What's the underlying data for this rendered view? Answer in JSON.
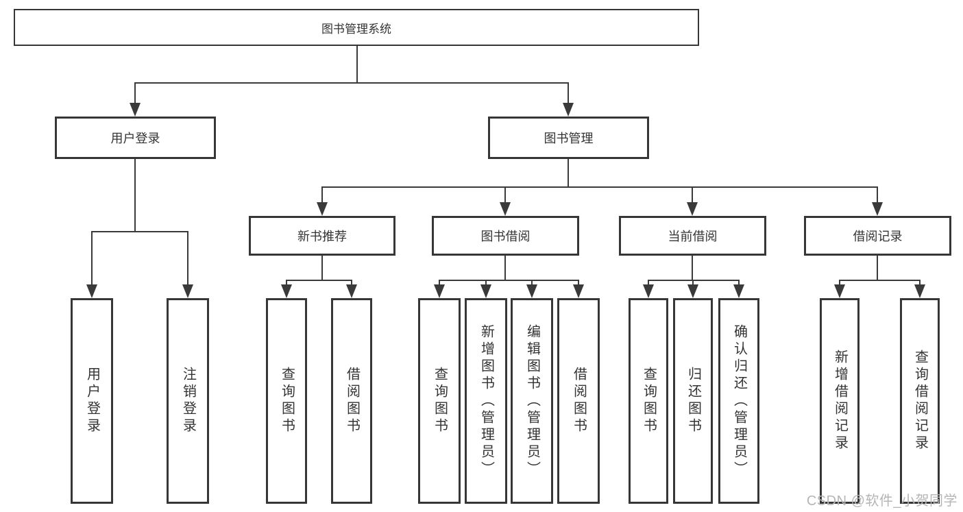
{
  "diagram_title": "图书管理系统",
  "tree": {
    "root": {
      "label": "图书管理系统"
    },
    "branches": [
      {
        "label": "用户登录",
        "children": [
          {
            "label": "用户登录"
          },
          {
            "label": "注销登录"
          }
        ]
      },
      {
        "label": "图书管理",
        "children": [
          {
            "label": "新书推荐",
            "children": [
              {
                "label": "查询图书"
              },
              {
                "label": "借阅图书"
              }
            ]
          },
          {
            "label": "图书借阅",
            "children": [
              {
                "label": "查询图书"
              },
              {
                "label": "新增图书（管理员）"
              },
              {
                "label": "编辑图书（管理员）"
              },
              {
                "label": "借阅图书"
              }
            ]
          },
          {
            "label": "当前借阅",
            "children": [
              {
                "label": "查询图书"
              },
              {
                "label": "归还图书"
              },
              {
                "label": "确认归还（管理员）"
              }
            ]
          },
          {
            "label": "借阅记录",
            "children": [
              {
                "label": "新增借阅记录"
              },
              {
                "label": "查询借阅记录"
              }
            ]
          }
        ]
      }
    ]
  },
  "watermark": {
    "text": "CSDN @软件_小贺同学",
    "color": "#b5b5b5"
  },
  "colors": {
    "line": "#3a3a3a",
    "box_border": "#363636",
    "text": "#333333",
    "background": "#ffffff"
  }
}
